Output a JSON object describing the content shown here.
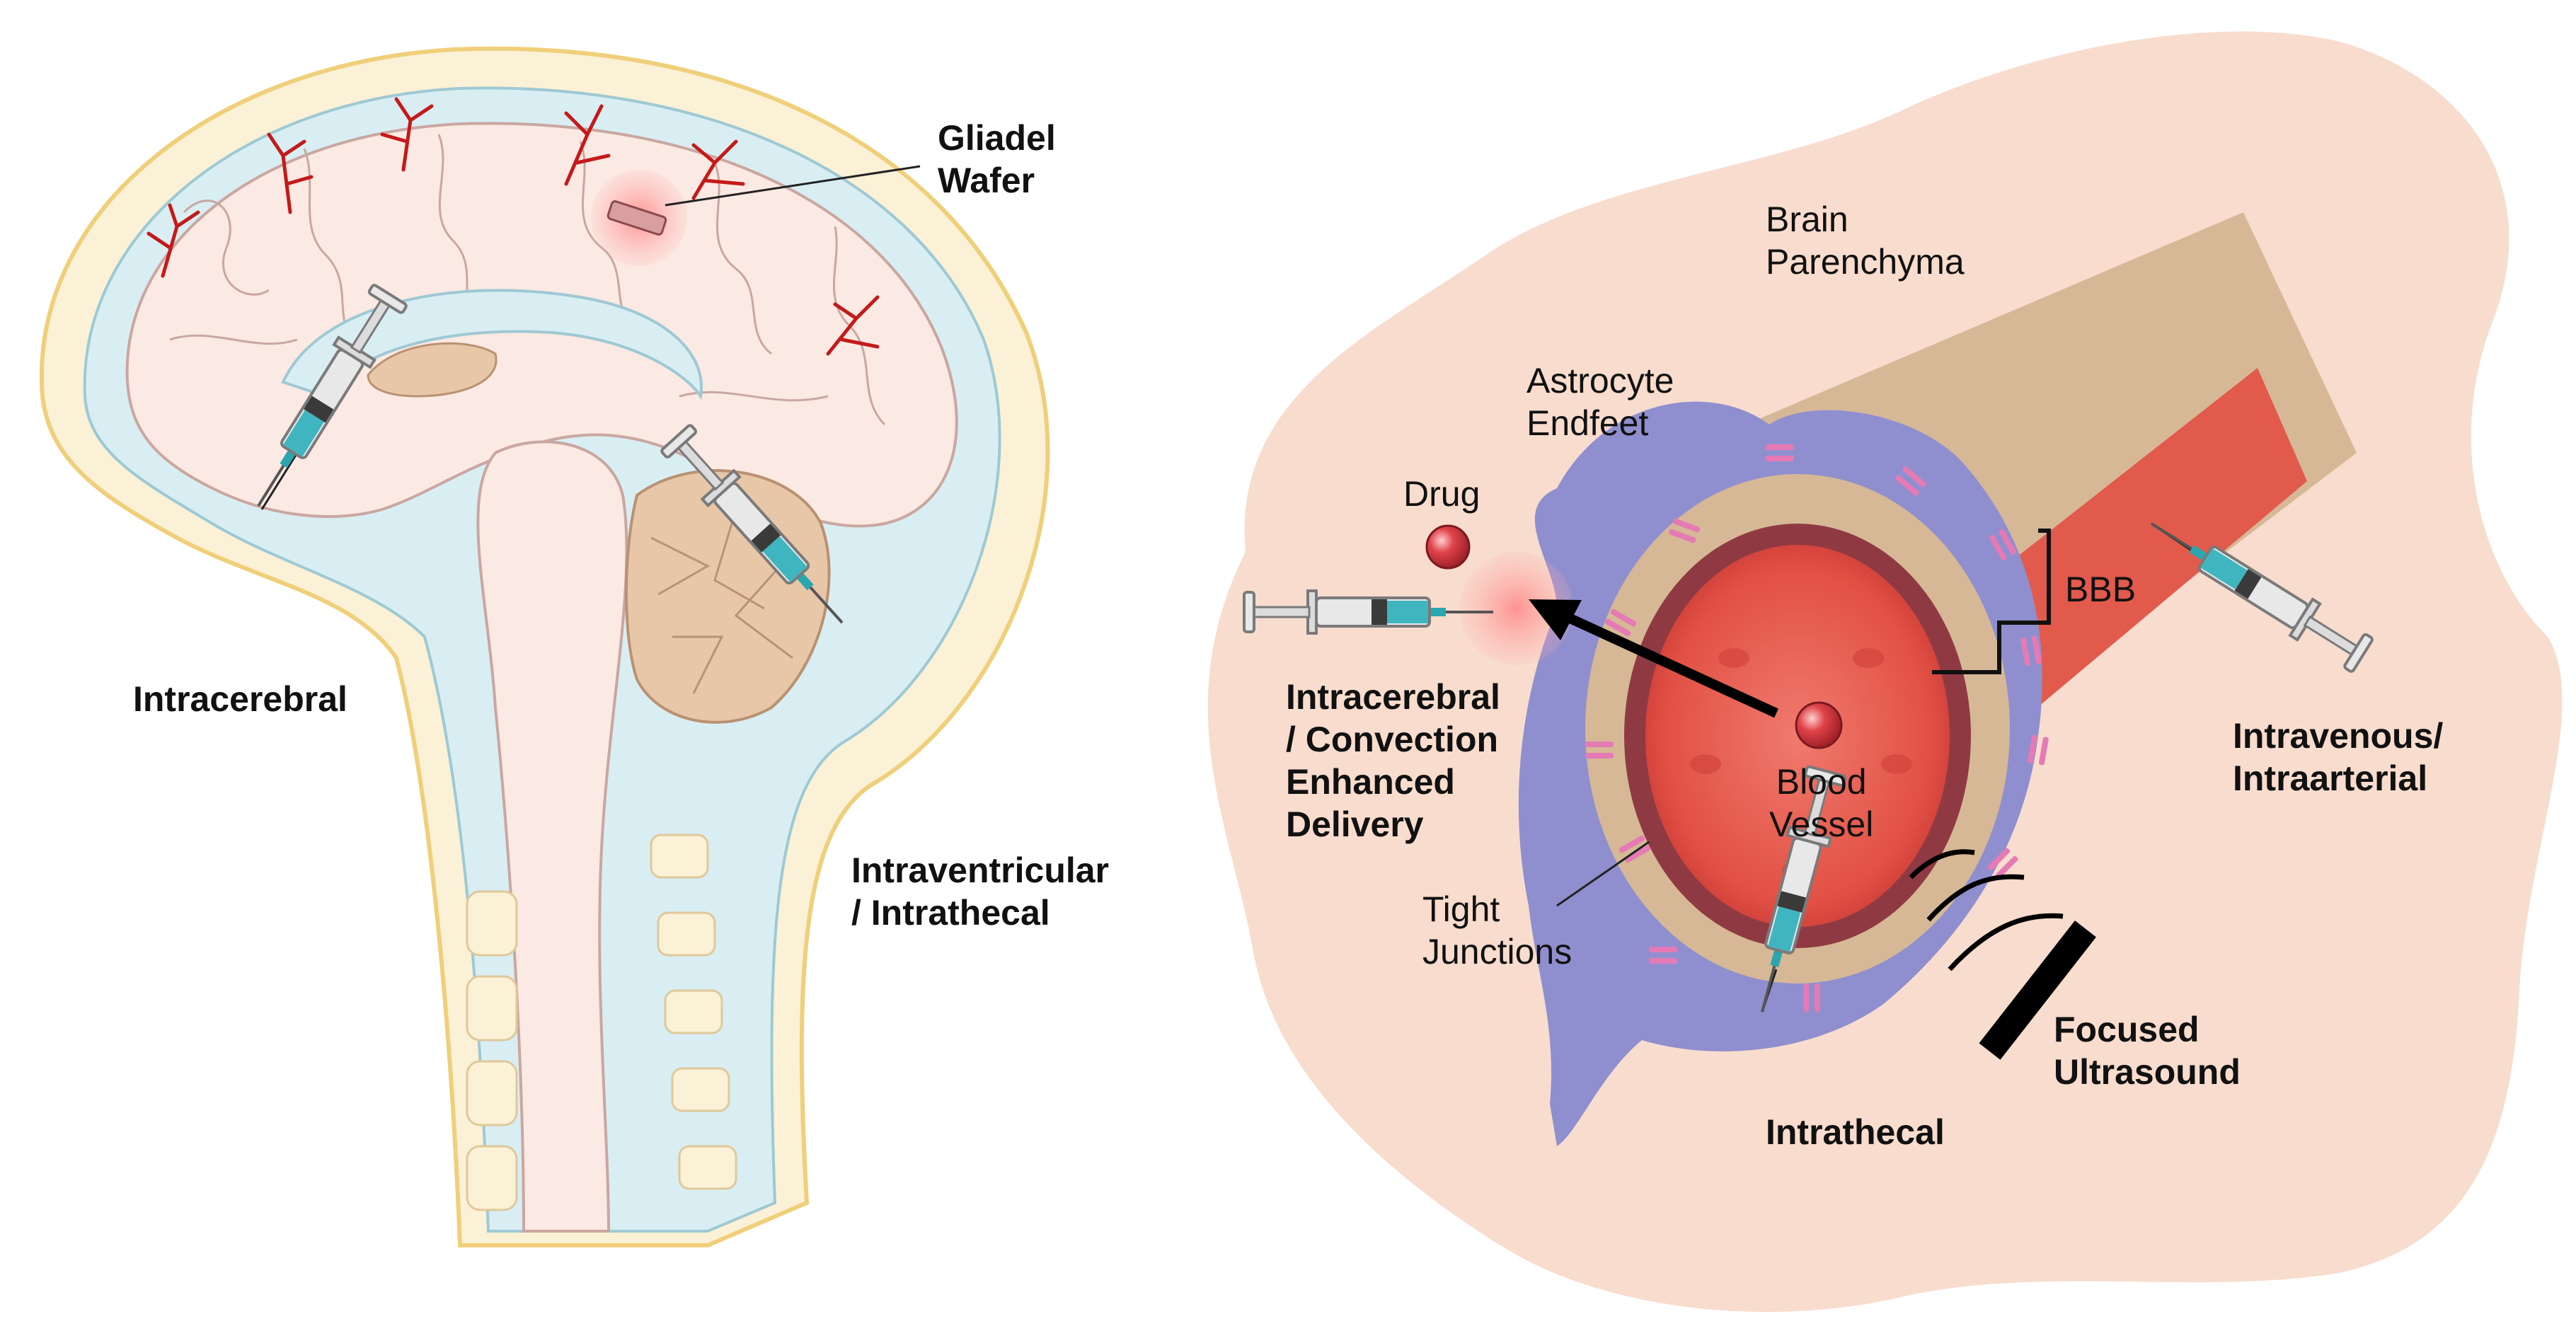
{
  "left_panel": {
    "labels": {
      "gliadel": "Gliadel\nWafer",
      "intracerebral": "Intracerebral",
      "intraventricular": "Intraventricular\n/ Intrathecal"
    }
  },
  "right_panel": {
    "labels": {
      "parenchyma": "Brain\nParenchyma",
      "astrocyte": "Astrocyte\nEndfeet",
      "drug": "Drug",
      "bbb": "BBB",
      "ced": "Intracerebral\n/ Convection\nEnhanced\nDelivery",
      "blood_vessel": "Blood\nVessel",
      "iv_ia": "Intravenous/\nIntraarterial",
      "tight_junctions": "Tight\nJunctions",
      "intrathecal": "Intrathecal",
      "ultrasound": "Focused\nUltrasound"
    }
  },
  "colors": {
    "parenchyma": "#f8dccd",
    "astrocyte": "#8f8fcf",
    "tan": "#d6b896",
    "vessel": "#e8574a",
    "vessel_wall": "#8f3a42",
    "tight_junction": "#e57ab5",
    "brain": "#fbe9e3",
    "csf": "#d9eef3",
    "skull": "#fbf1d6",
    "cerebellum": "#e8c7a8",
    "artery": "#c41a1a",
    "needle": "#2aa6ae",
    "syringe_body": "#e6e6e6",
    "ultrasound_probe": "#000000"
  },
  "icons": [
    "syringe-icon",
    "drug-particle-icon",
    "gliadel-wafer-icon",
    "ultrasound-probe-icon",
    "ultrasound-wave-icon"
  ]
}
